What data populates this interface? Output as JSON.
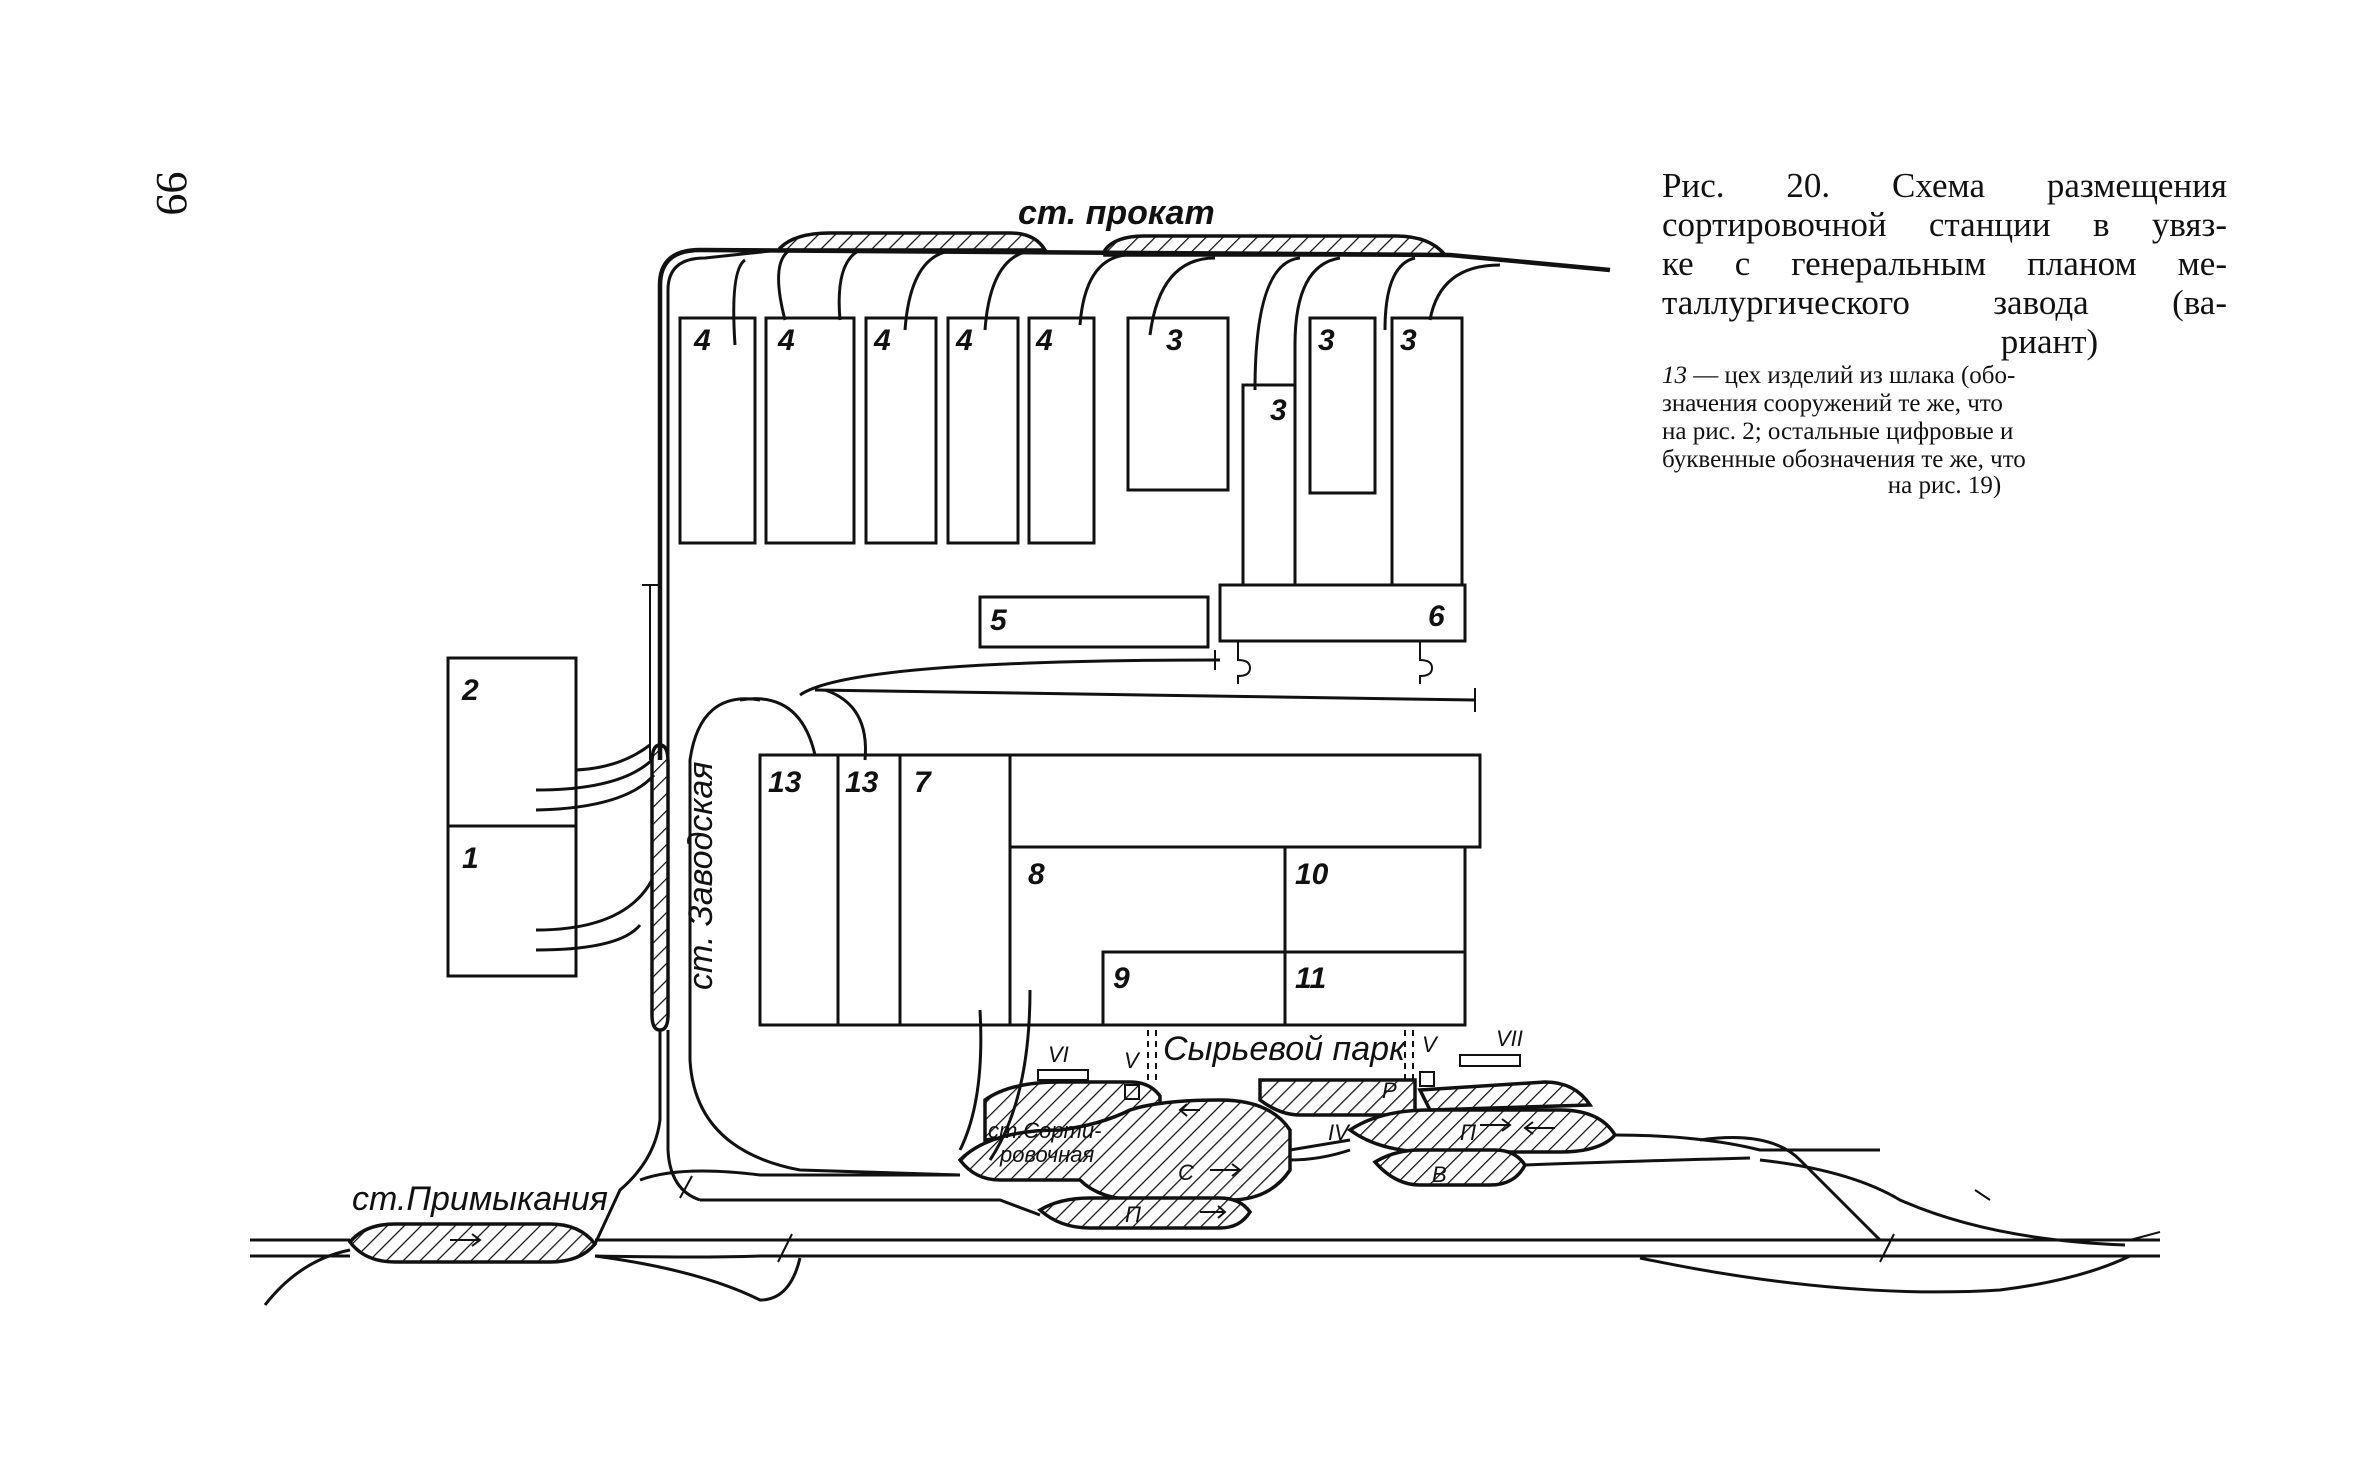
{
  "page_number": "99",
  "caption": {
    "title_lines": [
      "Рис. 20. Схема размещения",
      "сортировочной станции в увяз-",
      "ке с генеральным планом ме-",
      "таллургического завода (ва-"
    ],
    "title_last": "риант)",
    "note_num": "13",
    "note_lines": [
      "— цех изделий из шлака (обо-",
      "значения сооружений те же, что",
      "на рис. 2; остальные цифровые и",
      "буквенные обозначения те же, что"
    ],
    "note_last": "на рис. 19)"
  },
  "stations": {
    "prokat": "ст. прокат",
    "zavodskaya": "ст. Заводская",
    "primykaniya": "ст.Примыкания",
    "sortirovochnaya_1": "ст.Сорти-",
    "sortirovochnaya_2": "ровочная",
    "raw_park": "Сырьевой парк"
  },
  "buildings": {
    "b4": "4",
    "b3": "3",
    "b5": "5",
    "b6": "6",
    "b2": "2",
    "b1": "1",
    "b13": "13",
    "b7": "7",
    "b8": "8",
    "b9": "9",
    "b10": "10",
    "b11": "11"
  },
  "marks": {
    "IV": "IV",
    "V": "V",
    "VI": "VI",
    "VII": "VII",
    "Vsmall": "V",
    "P": "P",
    "C": "C",
    "B": "B",
    "Pi": "П",
    "Pi2": "П"
  }
}
